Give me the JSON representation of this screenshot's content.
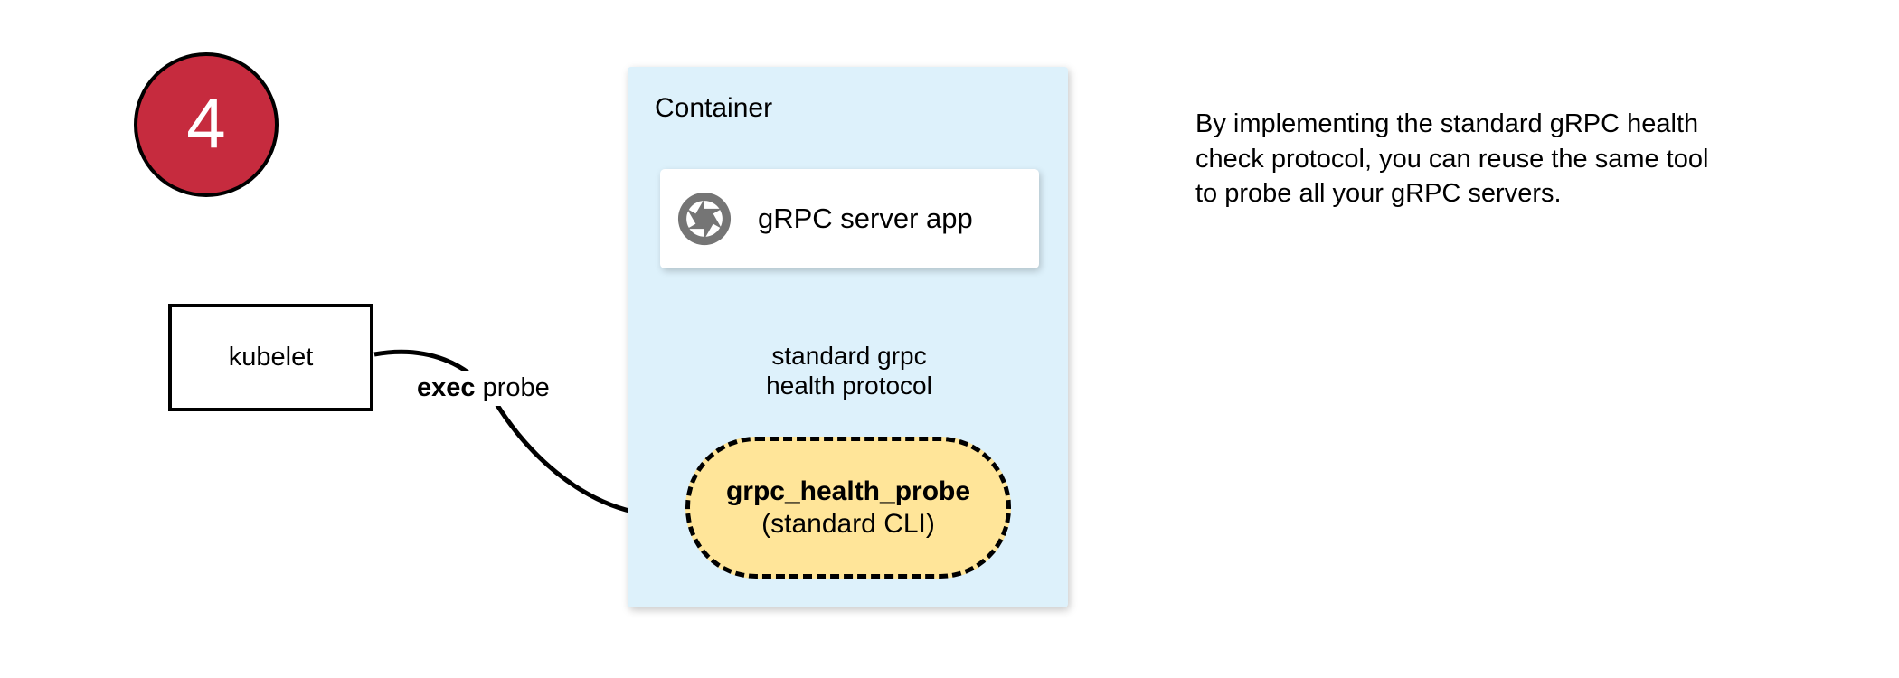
{
  "step": {
    "number": "4",
    "circle_fill": "#c62b3e",
    "circle_stroke": "#000000",
    "number_color": "#ffffff"
  },
  "kubelet": {
    "label": "kubelet",
    "fill": "#ffffff",
    "stroke": "#000000"
  },
  "edges": {
    "exec_probe_bold": "exec",
    "exec_probe_rest": " probe",
    "protocol_line1": "standard grpc",
    "protocol_line2": "health protocol"
  },
  "container": {
    "title": "Container",
    "fill": "#ddf1fb",
    "server_card": {
      "label": "gRPC server app",
      "icon": "grpc-aperture-icon",
      "icon_color": "#757575",
      "fill": "#ffffff"
    },
    "probe": {
      "line1": "grpc_health_probe",
      "line2": "(standard CLI)",
      "fill": "#ffe599",
      "stroke": "#000000",
      "stroke_style": "dashed"
    }
  },
  "note": {
    "text": "By implementing the standard gRPC health check protocol, you can reuse the same tool to probe all your gRPC servers."
  }
}
